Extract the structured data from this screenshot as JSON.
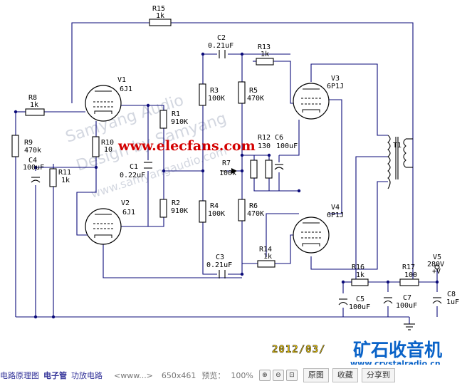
{
  "watermark": {
    "url": "www.elecfans.com",
    "date": "2012/03/",
    "logo": "矿石收音机",
    "logo_sub": "www.crystalradio.cn",
    "bg1": "Samyang Audio",
    "bg2": "Design by Samyang",
    "bg3": "www.samyangaudio.com"
  },
  "components": {
    "R15": {
      "name": "R15",
      "value": "1k"
    },
    "R8": {
      "name": "R8",
      "value": "1k"
    },
    "R9": {
      "name": "R9",
      "value": "470k"
    },
    "R10": {
      "name": "R10",
      "value": "10"
    },
    "R11": {
      "name": "R11",
      "value": "1k"
    },
    "C4": {
      "name": "C4",
      "value": "100uF"
    },
    "V1": {
      "name": "V1",
      "value": "6J1"
    },
    "V2": {
      "name": "V2",
      "value": "6J1"
    },
    "R1": {
      "name": "R1",
      "value": "910K"
    },
    "R2": {
      "name": "R2",
      "value": "910K"
    },
    "C1": {
      "name": "C1",
      "value": "0.22uF"
    },
    "C2": {
      "name": "C2",
      "value": "0.21uF"
    },
    "C3": {
      "name": "C3",
      "value": "0.21uF"
    },
    "R3": {
      "name": "R3",
      "value": "100K"
    },
    "R4": {
      "name": "R4",
      "value": "100K"
    },
    "R5": {
      "name": "R5",
      "value": "470K"
    },
    "R6": {
      "name": "R6",
      "value": "470K"
    },
    "R7": {
      "name": "R7",
      "value": "100k"
    },
    "R12": {
      "name": "R12",
      "value": "130"
    },
    "C6": {
      "name": "C6",
      "value": "100uF"
    },
    "R13": {
      "name": "R13",
      "value": "1k"
    },
    "R14": {
      "name": "R14",
      "value": "1k"
    },
    "V3": {
      "name": "V3",
      "value": "6P1J"
    },
    "V4": {
      "name": "V4",
      "value": "6P1J"
    },
    "T1": {
      "name": "T1"
    },
    "R16": {
      "name": "R16",
      "value": "1k"
    },
    "R17": {
      "name": "R17",
      "value": "100"
    },
    "C5": {
      "name": "C5",
      "value": "100uF"
    },
    "C7": {
      "name": "C7",
      "value": "100uF"
    },
    "C8": {
      "name": "C8",
      "value": "1uF"
    },
    "V5": {
      "name": "V5",
      "value": "280V",
      "sub": "+V"
    }
  },
  "bottom_bar": {
    "link1": "电路原理图",
    "link2": "电子管",
    "link3": "功放电路",
    "crumb": "<www...>",
    "dims": "650x461",
    "preview_label": "预览：",
    "preview_value": "100%",
    "zoom_in": "⊕",
    "zoom_out": "⊖",
    "fit": "⊡",
    "original_btn": "原图",
    "favorite_btn": "收藏",
    "share_btn": "分享到"
  }
}
